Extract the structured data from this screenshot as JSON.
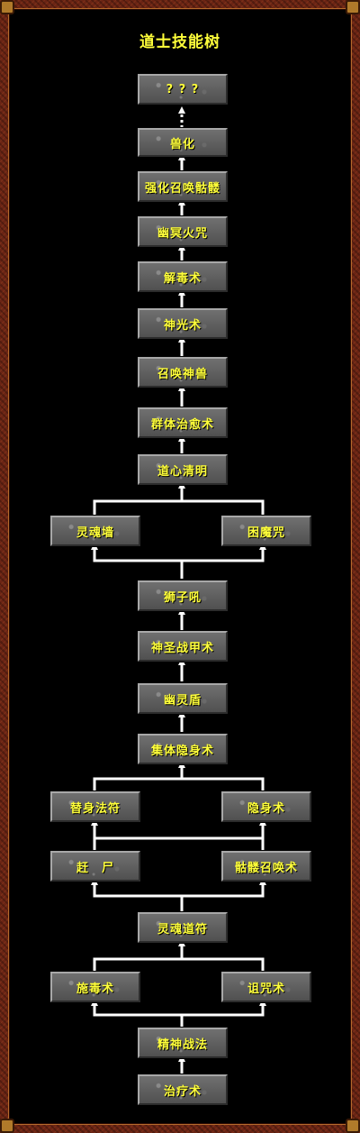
{
  "title": "道士技能树",
  "skills": [
    {
      "id": "unknown",
      "label": "? ? ?"
    },
    {
      "id": "beast",
      "label": "兽化"
    },
    {
      "id": "summon_skeleton_strong",
      "label": "强化召唤骷髅"
    },
    {
      "id": "nether_fire",
      "label": "幽冥火咒"
    },
    {
      "id": "detox",
      "label": "解毒术"
    },
    {
      "id": "holy_light",
      "label": "神光术"
    },
    {
      "id": "summon_beast",
      "label": "召唤神兽"
    },
    {
      "id": "mass_heal",
      "label": "群体治愈术"
    },
    {
      "id": "clear_mind",
      "label": "道心清明"
    },
    {
      "id": "soul_wall",
      "label": "灵魂墙"
    },
    {
      "id": "trap_curse",
      "label": "困魔咒"
    },
    {
      "id": "lion_roar",
      "label": "狮子吼"
    },
    {
      "id": "holy_armor",
      "label": "神圣战甲术"
    },
    {
      "id": "ghost_shield",
      "label": "幽灵盾"
    },
    {
      "id": "mass_stealth",
      "label": "集体隐身术"
    },
    {
      "id": "substitute",
      "label": "替身法符"
    },
    {
      "id": "stealth",
      "label": "隐身术"
    },
    {
      "id": "drive_corpse",
      "label": "赶　尸"
    },
    {
      "id": "summon_skeleton",
      "label": "骷髅召唤术"
    },
    {
      "id": "soul_talisman",
      "label": "灵魂道符"
    },
    {
      "id": "poison",
      "label": "施毒术"
    },
    {
      "id": "curse",
      "label": "诅咒术"
    },
    {
      "id": "spirit_art",
      "label": "精神战法"
    },
    {
      "id": "heal",
      "label": "治疗术"
    }
  ],
  "colors": {
    "label": "#ffff3a",
    "title": "#ffff3a",
    "arrow": "#ffffff",
    "border": "#6b2414"
  }
}
